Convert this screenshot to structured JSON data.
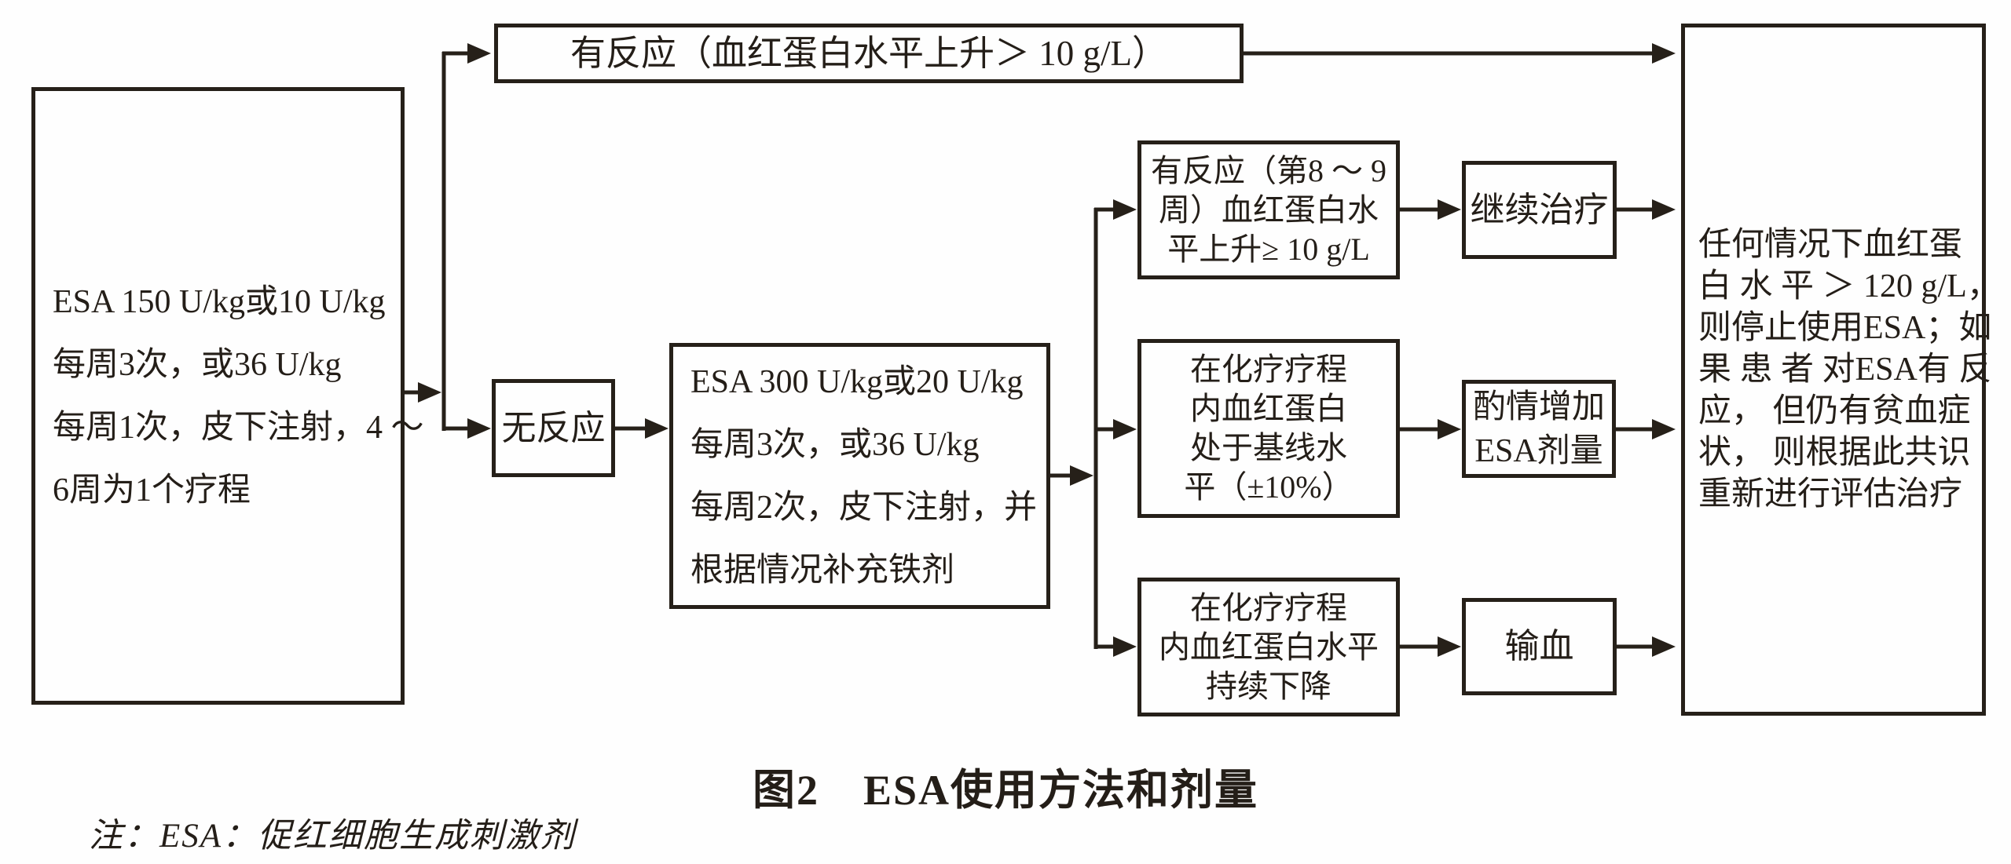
{
  "figure": {
    "caption": "图2　ESA使用方法和剂量",
    "note": "注：ESA：促红细胞生成刺激剂"
  },
  "boxes": {
    "start": {
      "lines": [
        "ESA 150 U/kg或10 U/kg",
        "每周3次，或36 U/kg",
        "每周1次，皮下注射，4 ～",
        "6周为1个疗程"
      ]
    },
    "response": {
      "label": "有反应（血红蛋白水平上升＞ 10 g/L）"
    },
    "no_response": {
      "label": "无反应"
    },
    "esa300": {
      "lines": [
        "ESA 300 U/kg或20 U/kg",
        "每周3次，或36 U/kg",
        "每周2次，皮下注射，并",
        "根据情况补充铁剂"
      ]
    },
    "resp_week89": {
      "lines": [
        "有反应（第8 ～ 9",
        "周）血红蛋白水",
        "平上升≥ 10 g/L"
      ]
    },
    "baseline": {
      "lines": [
        "在化疗疗程",
        "内血红蛋白",
        "处于基线水",
        "平（±10%）"
      ]
    },
    "declining": {
      "lines": [
        "在化疗疗程",
        "内血红蛋白水平",
        "持续下降"
      ]
    },
    "continue_treatment": {
      "label": "继续治疗"
    },
    "increase_dose": {
      "lines": [
        "酌情增加",
        "ESA剂量"
      ]
    },
    "transfusion": {
      "label": "输血"
    },
    "outcome": {
      "lines": [
        "任何情况下血红蛋",
        "白 水 平 ＞ 120 g/L，",
        "则停止使用ESA；如",
        "果 患 者 对ESA有 反",
        "应， 但仍有贫血症",
        "状， 则根据此共识",
        "重新进行评估治疗"
      ]
    }
  },
  "colors": {
    "ink": "#262019",
    "background": "#fefefe"
  }
}
